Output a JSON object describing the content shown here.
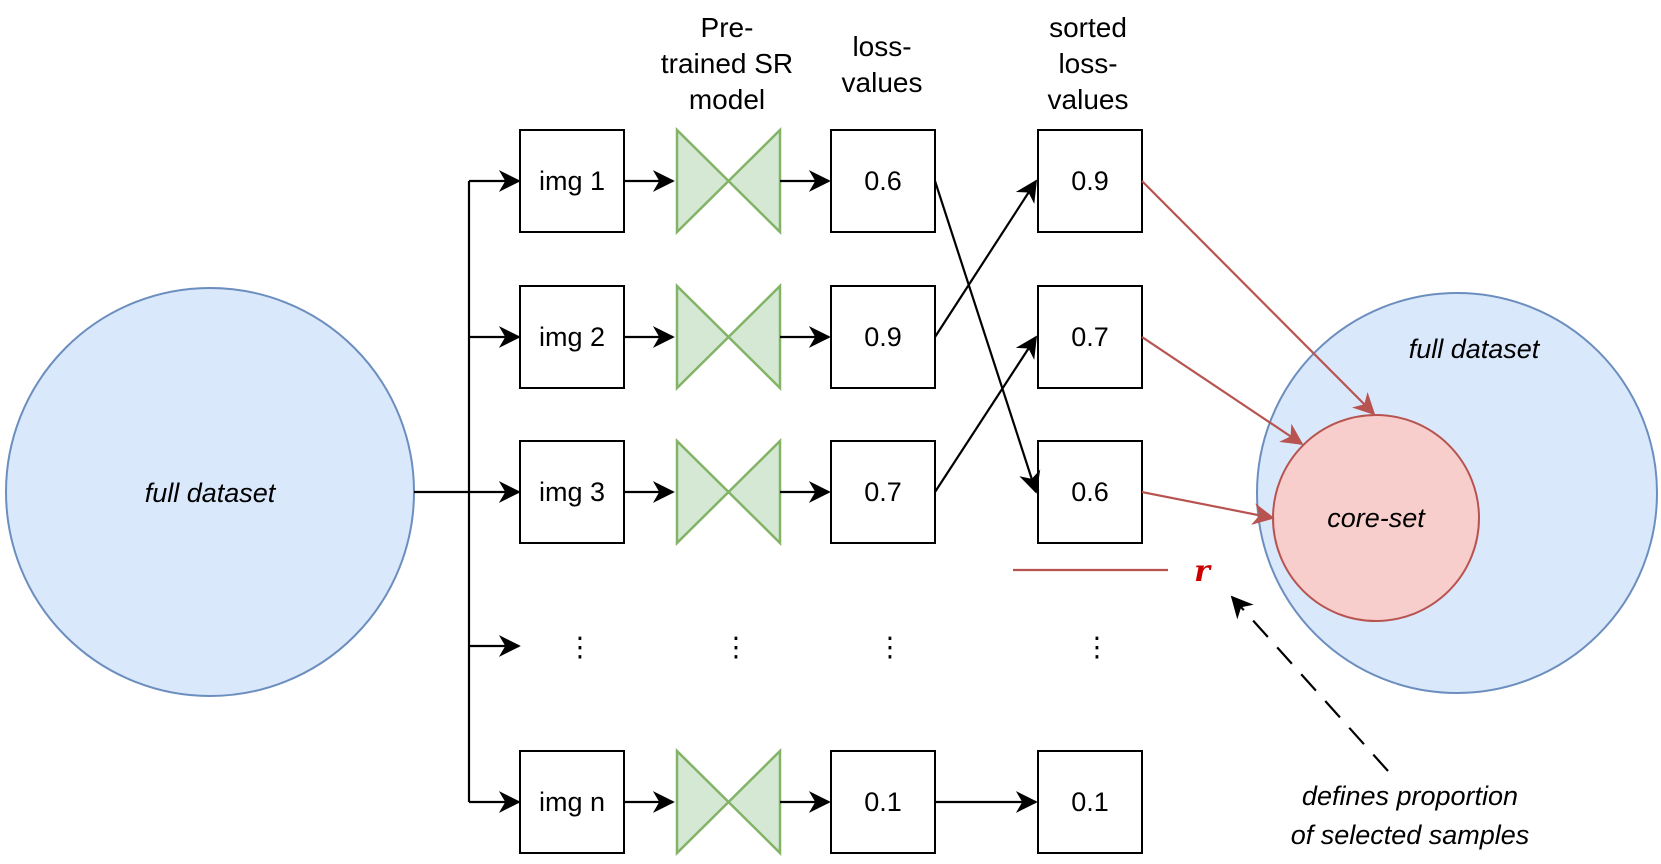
{
  "left_dataset": {
    "label": "full dataset",
    "fill": "#dae8fc",
    "stroke": "#6c8ebf"
  },
  "right_dataset": {
    "label": "full dataset",
    "fill": "#dae8fc",
    "stroke": "#6c8ebf"
  },
  "core_set": {
    "label": "core-set",
    "fill": "#f8cecc",
    "stroke": "#b85450"
  },
  "headers": {
    "model": [
      "Pre-",
      "trained SR",
      "model"
    ],
    "loss": [
      "loss-",
      "values"
    ],
    "sorted": [
      "sorted",
      "loss-",
      "values"
    ]
  },
  "images": [
    "img 1",
    "img 2",
    "img 3",
    "img n"
  ],
  "loss_values": [
    "0.6",
    "0.9",
    "0.7",
    "0.1"
  ],
  "sorted_values": [
    "0.9",
    "0.7",
    "0.6",
    "0.1"
  ],
  "ellipsis": "⋮",
  "threshold_label": "r",
  "annotation": [
    "defines proportion",
    "of selected samples"
  ],
  "colors": {
    "accent_red": "#b85450",
    "r_label": "#cc0000",
    "model_fill": "#d5e8d4",
    "model_stroke": "#82b366"
  },
  "icons": {
    "model": "bowtie-model-icon"
  }
}
